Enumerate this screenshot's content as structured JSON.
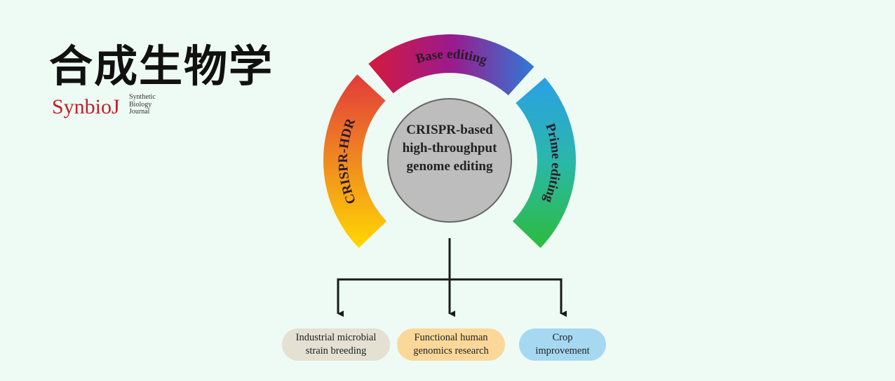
{
  "logo": {
    "chinese": "合成生物学",
    "english": "SynbioJ",
    "sub": [
      "Synthetic",
      "Biology",
      "Journal"
    ]
  },
  "center": {
    "lines": [
      "CRISPR-based",
      "high-throughput",
      "genome editing"
    ],
    "color": "#bdbdbd"
  },
  "arcs": [
    {
      "label": "CRISPR-HDR",
      "colors": [
        "#ffd800",
        "#f08a20",
        "#e23a3a"
      ]
    },
    {
      "label": "Base editing",
      "colors": [
        "#d51a3c",
        "#9b1a8c",
        "#2f7ad8"
      ]
    },
    {
      "label": "Prime editing",
      "colors": [
        "#2aa0e6",
        "#2ab8a8",
        "#2dbb3c"
      ]
    }
  ],
  "outputs": [
    {
      "lines": [
        "Industrial microbial",
        "strain breeding"
      ],
      "color": "#e4e0d2"
    },
    {
      "lines": [
        "Functional human",
        "genomics research"
      ],
      "color": "#fbd89a"
    },
    {
      "lines": [
        "Crop",
        "improvement"
      ],
      "color": "#a6d8f2"
    }
  ]
}
